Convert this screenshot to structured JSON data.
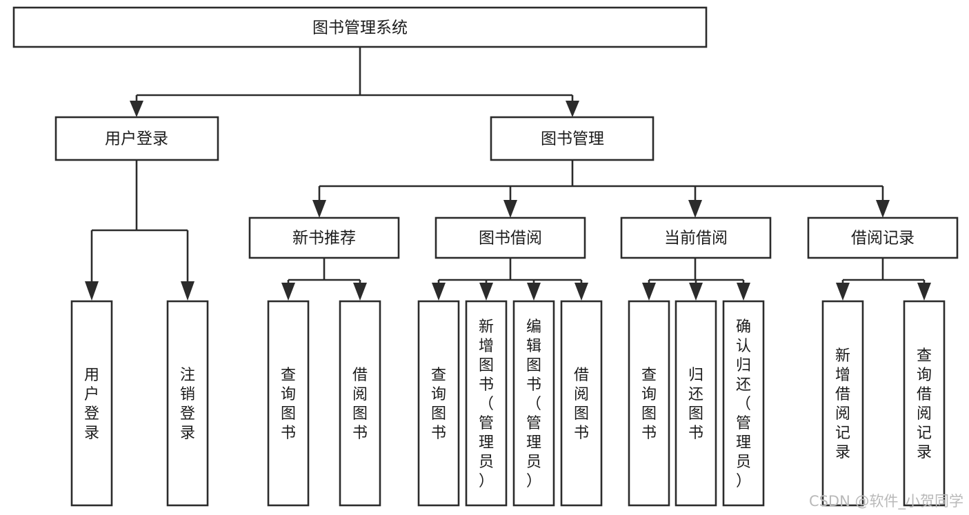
{
  "diagram": {
    "type": "tree-hierarchy-diagram",
    "title_node": {
      "id": "root",
      "label": "图书管理系统"
    },
    "level2": [
      {
        "id": "user-login",
        "label": "用户登录"
      },
      {
        "id": "book-management",
        "label": "图书管理"
      }
    ],
    "level3": [
      {
        "id": "new-book-recommend",
        "label": "新书推荐",
        "parent": "book-management"
      },
      {
        "id": "book-borrow",
        "label": "图书借阅",
        "parent": "book-management"
      },
      {
        "id": "current-borrow",
        "label": "当前借阅",
        "parent": "book-management"
      },
      {
        "id": "borrow-record",
        "label": "借阅记录",
        "parent": "book-management"
      }
    ],
    "leaves": {
      "user-login": [
        {
          "id": "leaf-user-login",
          "label": "用户登录"
        },
        {
          "id": "leaf-user-logout",
          "label": "注销登录"
        }
      ],
      "new-book-recommend": [
        {
          "id": "leaf-query-book-1",
          "label": "查询图书"
        },
        {
          "id": "leaf-borrow-book-1",
          "label": "借阅图书"
        }
      ],
      "book-borrow": [
        {
          "id": "leaf-query-book-2",
          "label": "查询图书"
        },
        {
          "id": "leaf-add-book",
          "label": "新增图书（管理员）"
        },
        {
          "id": "leaf-edit-book",
          "label": "编辑图书（管理员）"
        },
        {
          "id": "leaf-borrow-book-2",
          "label": "借阅图书"
        }
      ],
      "current-borrow": [
        {
          "id": "leaf-query-book-3",
          "label": "查询图书"
        },
        {
          "id": "leaf-return-book",
          "label": "归还图书"
        },
        {
          "id": "leaf-confirm-return",
          "label": "确认归还（管理员）"
        }
      ],
      "borrow-record": [
        {
          "id": "leaf-add-record",
          "label": "新增借阅记录"
        },
        {
          "id": "leaf-query-record",
          "label": "查询借阅记录"
        }
      ]
    },
    "colors": {
      "box_stroke": "#2b2b2b",
      "box_fill": "#ffffff",
      "text": "#1b1b1b",
      "connector": "#2b2b2b",
      "background": "#ffffff",
      "watermark": "#b9b9b9"
    }
  },
  "watermark": {
    "text": "CSDN @软件_小贺同学"
  }
}
